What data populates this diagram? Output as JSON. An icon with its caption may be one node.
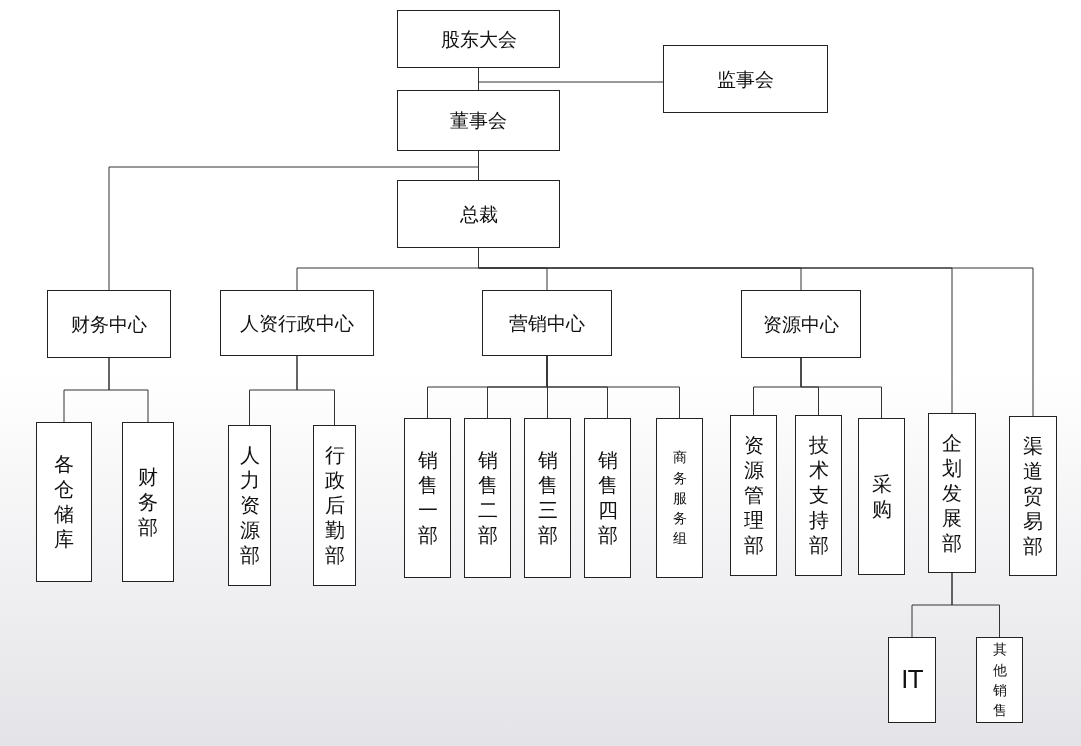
{
  "diagram": {
    "nodes": [
      {
        "text": [
          "股东大会"
        ]
      },
      {
        "text": [
          "监事会"
        ]
      },
      {
        "text": [
          "董事会"
        ]
      },
      {
        "text": [
          "总裁"
        ]
      },
      {
        "text": [
          "财务中心"
        ]
      },
      {
        "text": [
          "人资行政中心"
        ]
      },
      {
        "text": [
          "营销中心"
        ]
      },
      {
        "text": [
          "资源中心"
        ]
      },
      {
        "text": [
          "各仓储库"
        ]
      },
      {
        "text": [
          "财务部"
        ]
      },
      {
        "text": [
          "人力资源部"
        ]
      },
      {
        "text": [
          "行政后勤部"
        ]
      },
      {
        "text": [
          "销售一部"
        ]
      },
      {
        "text": [
          "销售二部"
        ]
      },
      {
        "text": [
          "销售三部"
        ]
      },
      {
        "text": [
          "销售四部"
        ]
      },
      {
        "text": [
          "商务服务组"
        ]
      },
      {
        "text": [
          "资源管理部"
        ]
      },
      {
        "text": [
          "技术支持部"
        ]
      },
      {
        "text": [
          "采购"
        ]
      },
      {
        "text": [
          "企划发展部"
        ]
      },
      {
        "text": [
          "渠道贸易部"
        ]
      },
      {
        "text": [
          "IT"
        ]
      },
      {
        "text": [
          "其他销售"
        ]
      }
    ],
    "edges": [
      {
        "from": 0,
        "to": 1,
        "arrow": "none"
      },
      {
        "from": 0,
        "to": 2,
        "arrow": "none"
      },
      {
        "from": 2,
        "to": 3,
        "arrow": "none"
      },
      {
        "from": 2,
        "to": 4,
        "arrow": "none"
      },
      {
        "from": 3,
        "to": 5,
        "arrow": "none"
      },
      {
        "from": 3,
        "to": 6,
        "arrow": "none"
      },
      {
        "from": 3,
        "to": 7,
        "arrow": "none"
      },
      {
        "from": 3,
        "to": 20,
        "arrow": "none"
      },
      {
        "from": 3,
        "to": 21,
        "arrow": "none"
      },
      {
        "from": 4,
        "to": 8,
        "arrow": "none"
      },
      {
        "from": 4,
        "to": 9,
        "arrow": "none"
      },
      {
        "from": 5,
        "to": 10,
        "arrow": "none"
      },
      {
        "from": 5,
        "to": 11,
        "arrow": "none"
      },
      {
        "from": 6,
        "to": 12,
        "arrow": "none"
      },
      {
        "from": 6,
        "to": 13,
        "arrow": "none"
      },
      {
        "from": 6,
        "to": 14,
        "arrow": "none"
      },
      {
        "from": 6,
        "to": 15,
        "arrow": "none"
      },
      {
        "from": 6,
        "to": 16,
        "arrow": "none"
      },
      {
        "from": 7,
        "to": 17,
        "arrow": "none"
      },
      {
        "from": 7,
        "to": 18,
        "arrow": "none"
      },
      {
        "from": 7,
        "to": 19,
        "arrow": "none"
      },
      {
        "from": 20,
        "to": 22,
        "arrow": "none"
      },
      {
        "from": 20,
        "to": 23,
        "arrow": "none"
      }
    ]
  }
}
